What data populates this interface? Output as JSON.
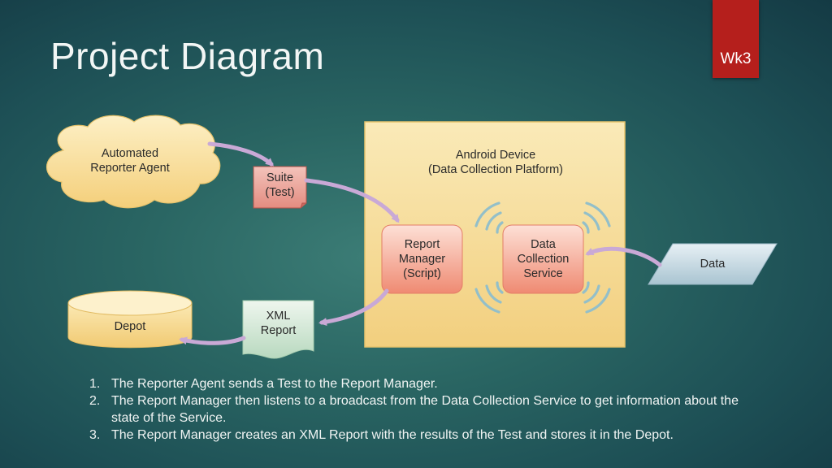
{
  "slide": {
    "title": "Project Diagram",
    "tag": "Wk3"
  },
  "diagram": {
    "reporter_agent": "Automated\nReporter Agent",
    "suite": "Suite\n(Test)",
    "android_device": "Android Device\n(Data Collection Platform)",
    "report_manager": "Report\nManager\n(Script)",
    "data_collection_service": "Data\nCollection\nService",
    "data": "Data",
    "xml_report": "XML\nReport",
    "depot": "Depot"
  },
  "steps": [
    {
      "num": "1.",
      "text": "The Reporter Agent sends a Test to the Report Manager."
    },
    {
      "num": "2.",
      "text": "The Report Manager then listens to a broadcast from the Data Collection Service to get information about the state of the Service."
    },
    {
      "num": "3.",
      "text": "The Report Manager creates an XML Report with the results of the Test and stores it in the Depot."
    }
  ],
  "colors": {
    "accent_tag": "#b51f1c",
    "device_fill": "#f6d98c",
    "component_fill": "#f08c76",
    "arrow": "#c9a9d6",
    "signal": "#a9cfd8"
  }
}
